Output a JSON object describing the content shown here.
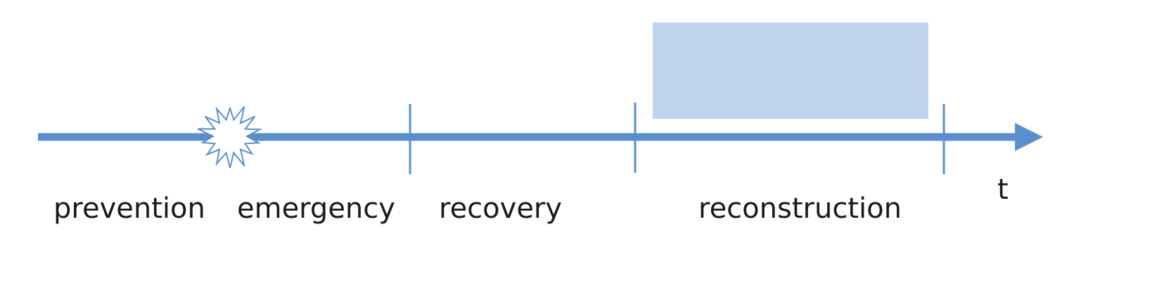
{
  "diagram": {
    "phases": [
      {
        "label": "prevention"
      },
      {
        "label": "emergency"
      },
      {
        "label": "recovery"
      },
      {
        "label": "reconstruction"
      }
    ],
    "axis_label": "t",
    "colors": {
      "axis": "#5b8fcc",
      "highlight": "#bdd5ec",
      "burst_stroke": "#5b8fcc",
      "burst_fill": "#ffffff",
      "text": "#1a1a1a"
    },
    "icons": {
      "event_marker": "explosion-burst-icon",
      "arrowhead": "arrowhead-icon"
    }
  }
}
